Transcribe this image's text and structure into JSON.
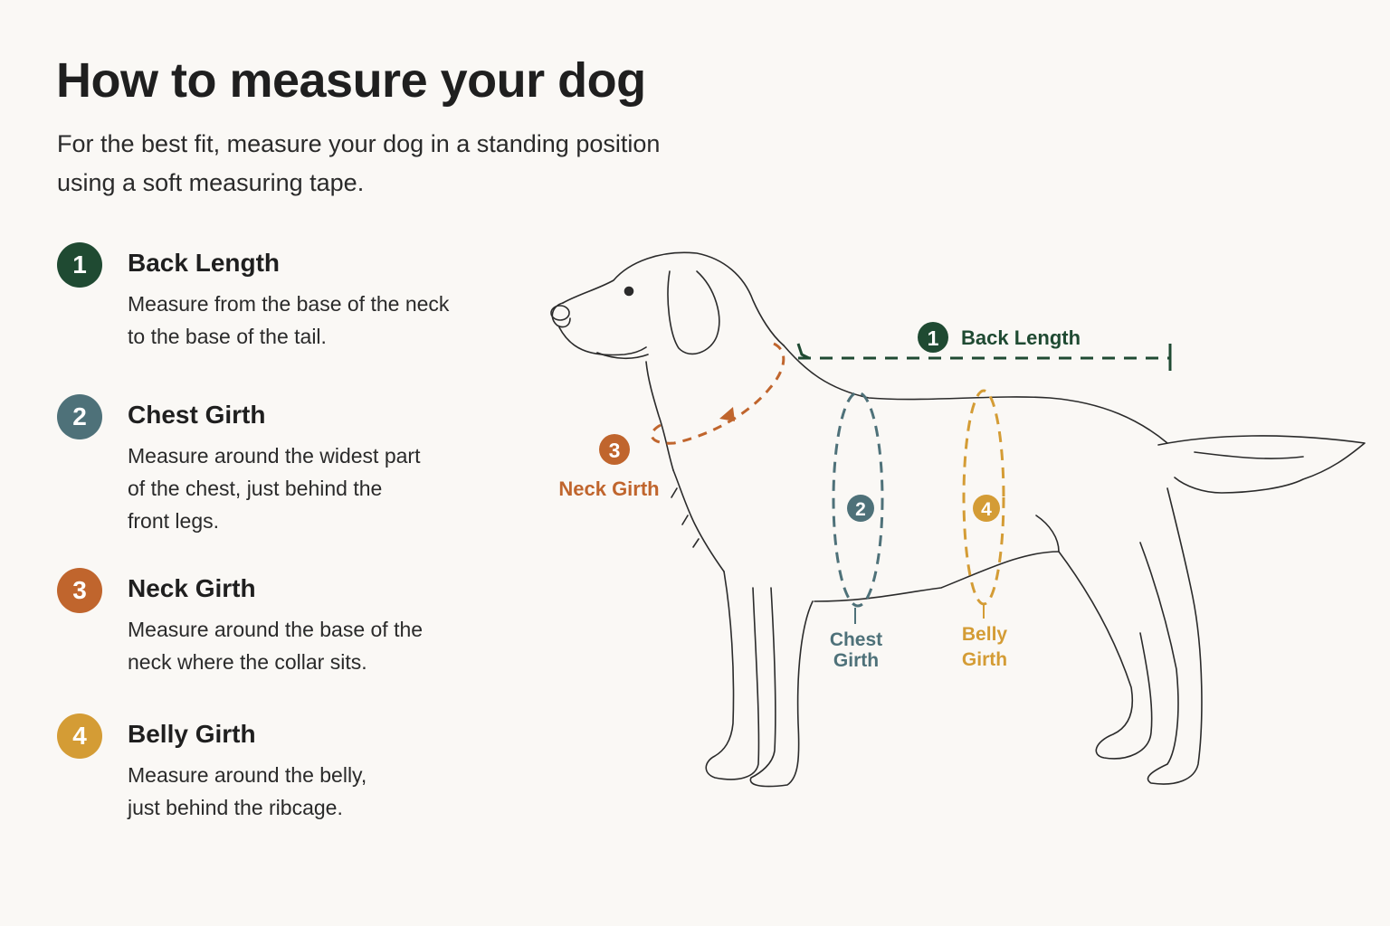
{
  "header": {
    "title": "How to measure your dog",
    "subtitle_line1": "For the best fit, measure your dog in a standing position",
    "subtitle_line2": "using a soft measuring tape."
  },
  "steps": [
    {
      "number": "1",
      "title": "Back Length",
      "color": "#1f4a32",
      "desc_lines": [
        "Measure from the base of the neck",
        "to the base of the tail."
      ]
    },
    {
      "number": "2",
      "title": "Chest Girth",
      "color": "#4e7179",
      "desc_lines": [
        "Measure around the widest part",
        "of the chest, just behind the",
        "front legs."
      ]
    },
    {
      "number": "3",
      "title": "Neck Girth",
      "color": "#c0652d",
      "desc_lines": [
        "Measure around the base of the",
        "neck where the collar sits."
      ]
    },
    {
      "number": "4",
      "title": "Belly Girth",
      "color": "#d49c35",
      "desc_lines": [
        "Measure around the belly,",
        "just behind the ribcage."
      ]
    }
  ],
  "diagram": {
    "back_length_label": "Back Length",
    "neck_girth_label": "Neck Girth",
    "chest_girth_label_line1": "Chest",
    "chest_girth_label_line2": "Girth",
    "belly_girth_label_line1": "Belly",
    "belly_girth_label_line2": "Girth",
    "line_color": "#2b2b2b"
  }
}
